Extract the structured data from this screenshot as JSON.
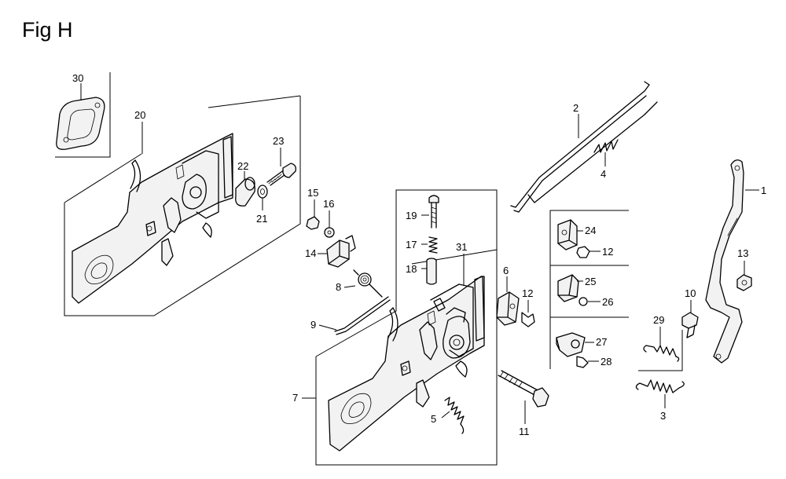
{
  "figure": {
    "title": "Fig H",
    "callouts": {
      "c1": "1",
      "c2": "2",
      "c3": "3",
      "c4": "4",
      "c5": "5",
      "c6": "6",
      "c7": "7",
      "c8": "8",
      "c9": "9",
      "c10": "10",
      "c11": "11",
      "c12a": "12",
      "c12b": "12",
      "c13": "13",
      "c14": "14",
      "c15": "15",
      "c16": "16",
      "c17": "17",
      "c18": "18",
      "c19": "19",
      "c20": "20",
      "c21": "21",
      "c22": "22",
      "c23": "23",
      "c24": "24",
      "c25": "25",
      "c26": "26",
      "c27": "27",
      "c28": "28",
      "c29": "29",
      "c30": "30",
      "c31": "31"
    }
  }
}
